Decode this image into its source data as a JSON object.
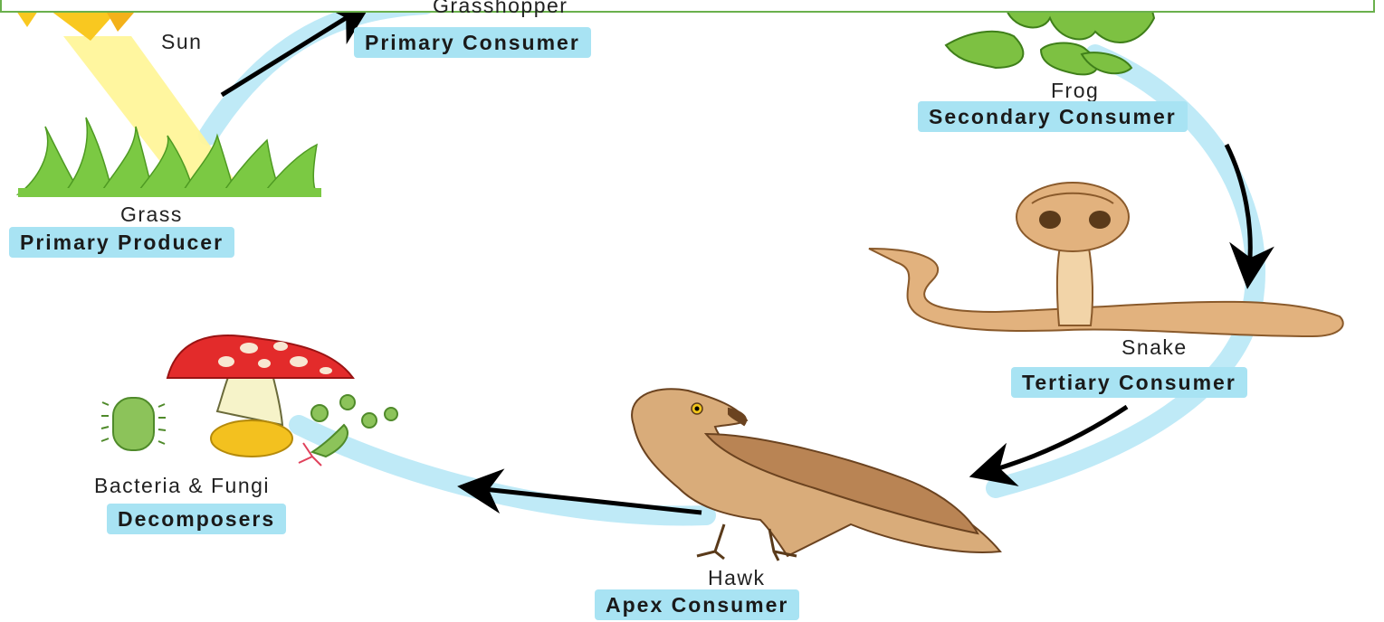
{
  "colors": {
    "cycle_band": "#bfeaf7",
    "role_badge": "#a8e3f3",
    "arrow": "#000000",
    "frame_border": "#6ab04c"
  },
  "nodes": {
    "sun": {
      "name": "Sun",
      "icon": "sun-icon"
    },
    "grass": {
      "name": "Grass",
      "role": "Primary Producer",
      "icon": "grass-icon"
    },
    "grasshopper": {
      "name": "Grasshopper",
      "role": "Primary Consumer",
      "icon": "grasshopper-icon"
    },
    "frog": {
      "name": "Frog",
      "role": "Secondary Consumer",
      "icon": "frog-icon"
    },
    "snake": {
      "name": "Snake",
      "role": "Tertiary Consumer",
      "icon": "snake-icon"
    },
    "hawk": {
      "name": "Hawk",
      "role": "Apex Consumer",
      "icon": "hawk-icon"
    },
    "decomposers": {
      "name": "Bacteria & Fungi",
      "role": "Decomposers",
      "icon": "mushroom-icon"
    }
  }
}
